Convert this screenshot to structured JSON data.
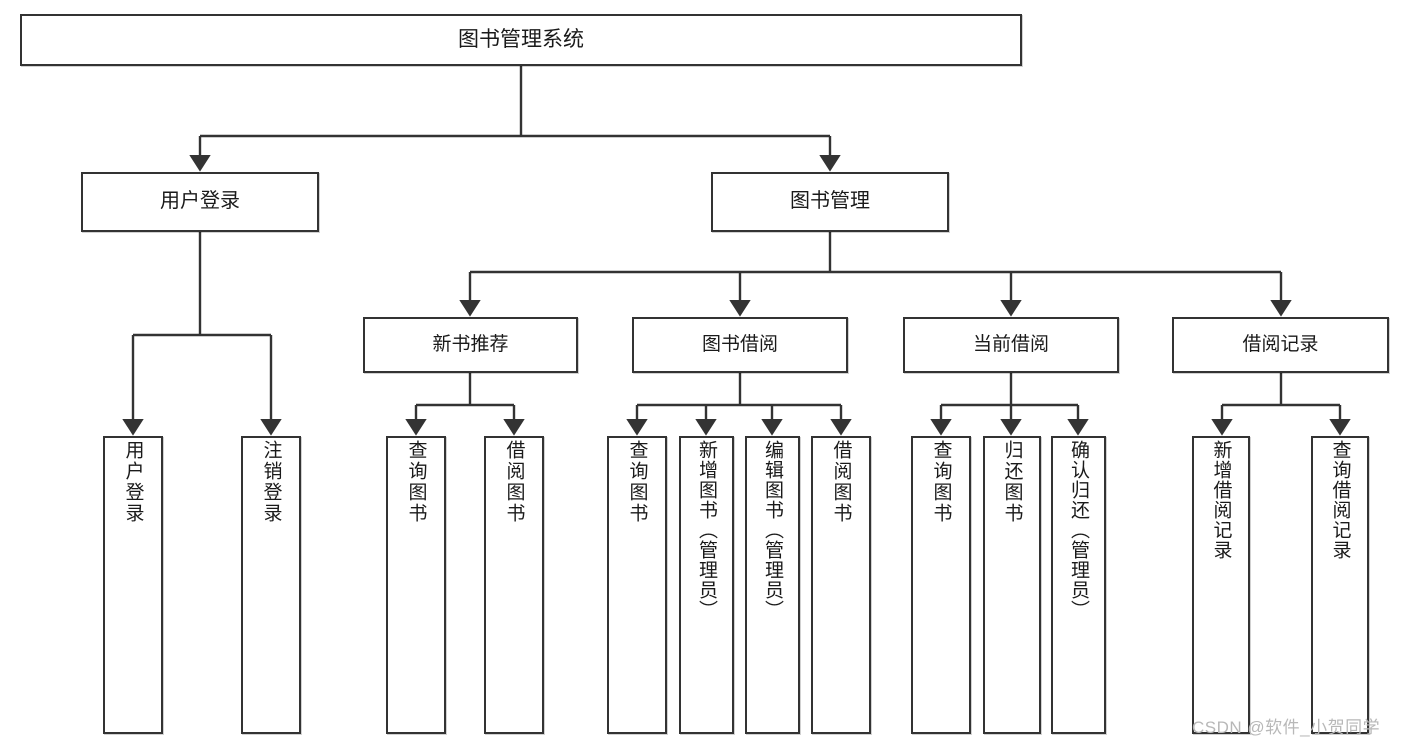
{
  "diagram": {
    "type": "tree",
    "title": "图书管理系统",
    "orientation": "top-down",
    "colors": {
      "box_border": "#333333",
      "box_fill": "#ffffff",
      "line": "#333333",
      "watermark": "#b8b8b8",
      "background": "#ffffff"
    },
    "root": {
      "label": "图书管理系统"
    },
    "level1": [
      {
        "label": "用户登录"
      },
      {
        "label": "图书管理"
      }
    ],
    "level2": [
      {
        "label": "新书推荐"
      },
      {
        "label": "图书借阅"
      },
      {
        "label": "当前借阅"
      },
      {
        "label": "借阅记录"
      }
    ],
    "leaves": {
      "user_login": [
        {
          "label": "用户登录"
        },
        {
          "label": "注销登录"
        }
      ],
      "new_book_recommend": [
        {
          "label": "查询图书"
        },
        {
          "label": "借阅图书"
        }
      ],
      "book_borrow": [
        {
          "label": "查询图书"
        },
        {
          "label": "新增图书（管理员）"
        },
        {
          "label": "编辑图书（管理员）"
        },
        {
          "label": "借阅图书"
        }
      ],
      "current_borrow": [
        {
          "label": "查询图书"
        },
        {
          "label": "归还图书"
        },
        {
          "label": "确认归还（管理员）"
        }
      ],
      "borrow_record": [
        {
          "label": "新增借阅记录"
        },
        {
          "label": "查询借阅记录"
        }
      ]
    }
  },
  "watermark": {
    "text": "CSDN @软件_小贺同学"
  }
}
